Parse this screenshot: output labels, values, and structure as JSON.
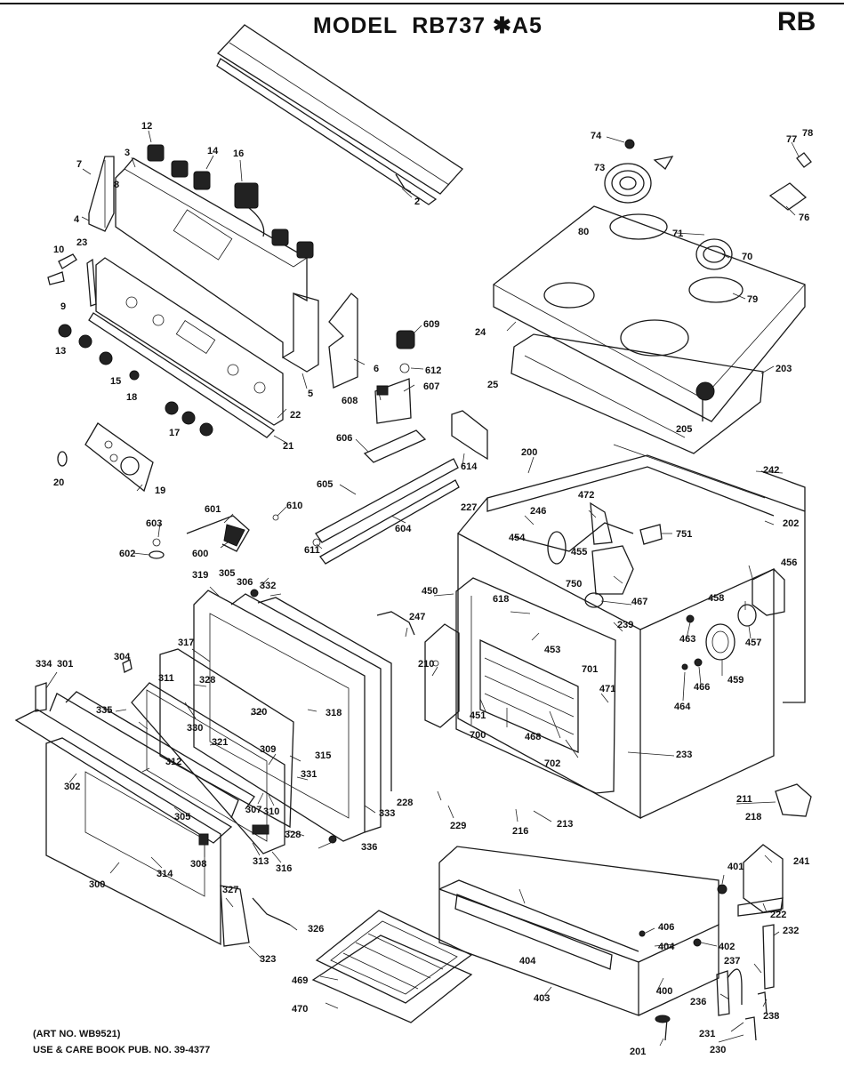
{
  "header": {
    "model_prefix": "MODEL",
    "model_number": "RB737 ✱A5",
    "corner_code": "RB"
  },
  "footer": {
    "art_no": "(ART NO. WB9521)",
    "care_book": "USE & CARE BOOK PUB. NO. 39-4377"
  },
  "callouts": [
    {
      "id": "p2",
      "text": "2"
    },
    {
      "id": "p3",
      "text": "3"
    },
    {
      "id": "p4",
      "text": "4"
    },
    {
      "id": "p5",
      "text": "5"
    },
    {
      "id": "p6",
      "text": "6"
    },
    {
      "id": "p7",
      "text": "7"
    },
    {
      "id": "p8",
      "text": "8"
    },
    {
      "id": "p9",
      "text": "9"
    },
    {
      "id": "p10",
      "text": "10"
    },
    {
      "id": "p12",
      "text": "12"
    },
    {
      "id": "p13",
      "text": "13"
    },
    {
      "id": "p14",
      "text": "14"
    },
    {
      "id": "p15",
      "text": "15"
    },
    {
      "id": "p16",
      "text": "16"
    },
    {
      "id": "p17",
      "text": "17"
    },
    {
      "id": "p18",
      "text": "18"
    },
    {
      "id": "p19",
      "text": "19"
    },
    {
      "id": "p20",
      "text": "20"
    },
    {
      "id": "p21",
      "text": "21"
    },
    {
      "id": "p22",
      "text": "22"
    },
    {
      "id": "p23",
      "text": "23"
    },
    {
      "id": "p24",
      "text": "24"
    },
    {
      "id": "p25",
      "text": "25"
    },
    {
      "id": "p70",
      "text": "70"
    },
    {
      "id": "p71",
      "text": "71"
    },
    {
      "id": "p73",
      "text": "73"
    },
    {
      "id": "p74",
      "text": "74"
    },
    {
      "id": "p76",
      "text": "76"
    },
    {
      "id": "p77",
      "text": "77"
    },
    {
      "id": "p78",
      "text": "78"
    },
    {
      "id": "p79",
      "text": "79"
    },
    {
      "id": "p80",
      "text": "80"
    },
    {
      "id": "p200",
      "text": "200"
    },
    {
      "id": "p201",
      "text": "201"
    },
    {
      "id": "p202",
      "text": "202"
    },
    {
      "id": "p203",
      "text": "203"
    },
    {
      "id": "p205",
      "text": "205"
    },
    {
      "id": "p210",
      "text": "210"
    },
    {
      "id": "p211",
      "text": "211"
    },
    {
      "id": "p213",
      "text": "213"
    },
    {
      "id": "p216",
      "text": "216"
    },
    {
      "id": "p218",
      "text": "218"
    },
    {
      "id": "p222",
      "text": "222"
    },
    {
      "id": "p227",
      "text": "227"
    },
    {
      "id": "p228",
      "text": "228"
    },
    {
      "id": "p229",
      "text": "229"
    },
    {
      "id": "p230",
      "text": "230"
    },
    {
      "id": "p231",
      "text": "231"
    },
    {
      "id": "p232",
      "text": "232"
    },
    {
      "id": "p233",
      "text": "233"
    },
    {
      "id": "p236",
      "text": "236"
    },
    {
      "id": "p237",
      "text": "237"
    },
    {
      "id": "p238",
      "text": "238"
    },
    {
      "id": "p239",
      "text": "239"
    },
    {
      "id": "p241",
      "text": "241"
    },
    {
      "id": "p242",
      "text": "242"
    },
    {
      "id": "p246",
      "text": "246"
    },
    {
      "id": "p247",
      "text": "247"
    },
    {
      "id": "p300",
      "text": "300"
    },
    {
      "id": "p301",
      "text": "301"
    },
    {
      "id": "p302",
      "text": "302"
    },
    {
      "id": "p304",
      "text": "304"
    },
    {
      "id": "p305",
      "text": "305"
    },
    {
      "id": "p306",
      "text": "306"
    },
    {
      "id": "p307",
      "text": "307"
    },
    {
      "id": "p308",
      "text": "308"
    },
    {
      "id": "p309",
      "text": "309"
    },
    {
      "id": "p310",
      "text": "310"
    },
    {
      "id": "p311",
      "text": "311"
    },
    {
      "id": "p312",
      "text": "312"
    },
    {
      "id": "p313",
      "text": "313"
    },
    {
      "id": "p314",
      "text": "314"
    },
    {
      "id": "p315",
      "text": "315"
    },
    {
      "id": "p316",
      "text": "316"
    },
    {
      "id": "p317",
      "text": "317"
    },
    {
      "id": "p318",
      "text": "318"
    },
    {
      "id": "p319",
      "text": "319"
    },
    {
      "id": "p320",
      "text": "320"
    },
    {
      "id": "p321",
      "text": "321"
    },
    {
      "id": "p323",
      "text": "323"
    },
    {
      "id": "p326",
      "text": "326"
    },
    {
      "id": "p327",
      "text": "327"
    },
    {
      "id": "p328",
      "text": "328"
    },
    {
      "id": "p328b",
      "text": "328"
    },
    {
      "id": "p330",
      "text": "330"
    },
    {
      "id": "p331",
      "text": "331"
    },
    {
      "id": "p332",
      "text": "332"
    },
    {
      "id": "p333",
      "text": "333"
    },
    {
      "id": "p334",
      "text": "334"
    },
    {
      "id": "p335",
      "text": "335"
    },
    {
      "id": "p336",
      "text": "336"
    },
    {
      "id": "p305b",
      "text": "305"
    },
    {
      "id": "p400",
      "text": "400"
    },
    {
      "id": "p401",
      "text": "401"
    },
    {
      "id": "p402",
      "text": "402"
    },
    {
      "id": "p403",
      "text": "403"
    },
    {
      "id": "p404",
      "text": "404"
    },
    {
      "id": "p404b",
      "text": "404"
    },
    {
      "id": "p406",
      "text": "406"
    },
    {
      "id": "p450",
      "text": "450"
    },
    {
      "id": "p451",
      "text": "451"
    },
    {
      "id": "p453",
      "text": "453"
    },
    {
      "id": "p454",
      "text": "454"
    },
    {
      "id": "p455",
      "text": "455"
    },
    {
      "id": "p456",
      "text": "456"
    },
    {
      "id": "p457",
      "text": "457"
    },
    {
      "id": "p458",
      "text": "458"
    },
    {
      "id": "p459",
      "text": "459"
    },
    {
      "id": "p463",
      "text": "463"
    },
    {
      "id": "p464",
      "text": "464"
    },
    {
      "id": "p466",
      "text": "466"
    },
    {
      "id": "p467",
      "text": "467"
    },
    {
      "id": "p468",
      "text": "468"
    },
    {
      "id": "p469",
      "text": "469"
    },
    {
      "id": "p470",
      "text": "470"
    },
    {
      "id": "p471",
      "text": "471"
    },
    {
      "id": "p472",
      "text": "472"
    },
    {
      "id": "p600",
      "text": "600"
    },
    {
      "id": "p601",
      "text": "601"
    },
    {
      "id": "p602",
      "text": "602"
    },
    {
      "id": "p603",
      "text": "603"
    },
    {
      "id": "p604",
      "text": "604"
    },
    {
      "id": "p605",
      "text": "605"
    },
    {
      "id": "p606",
      "text": "606"
    },
    {
      "id": "p607",
      "text": "607"
    },
    {
      "id": "p608",
      "text": "608"
    },
    {
      "id": "p609",
      "text": "609"
    },
    {
      "id": "p610",
      "text": "610"
    },
    {
      "id": "p611",
      "text": "611"
    },
    {
      "id": "p612",
      "text": "612"
    },
    {
      "id": "p614",
      "text": "614"
    },
    {
      "id": "p618",
      "text": "618"
    },
    {
      "id": "p700",
      "text": "700"
    },
    {
      "id": "p701",
      "text": "701"
    },
    {
      "id": "p702",
      "text": "702"
    },
    {
      "id": "p750",
      "text": "750"
    },
    {
      "id": "p751",
      "text": "751"
    }
  ]
}
